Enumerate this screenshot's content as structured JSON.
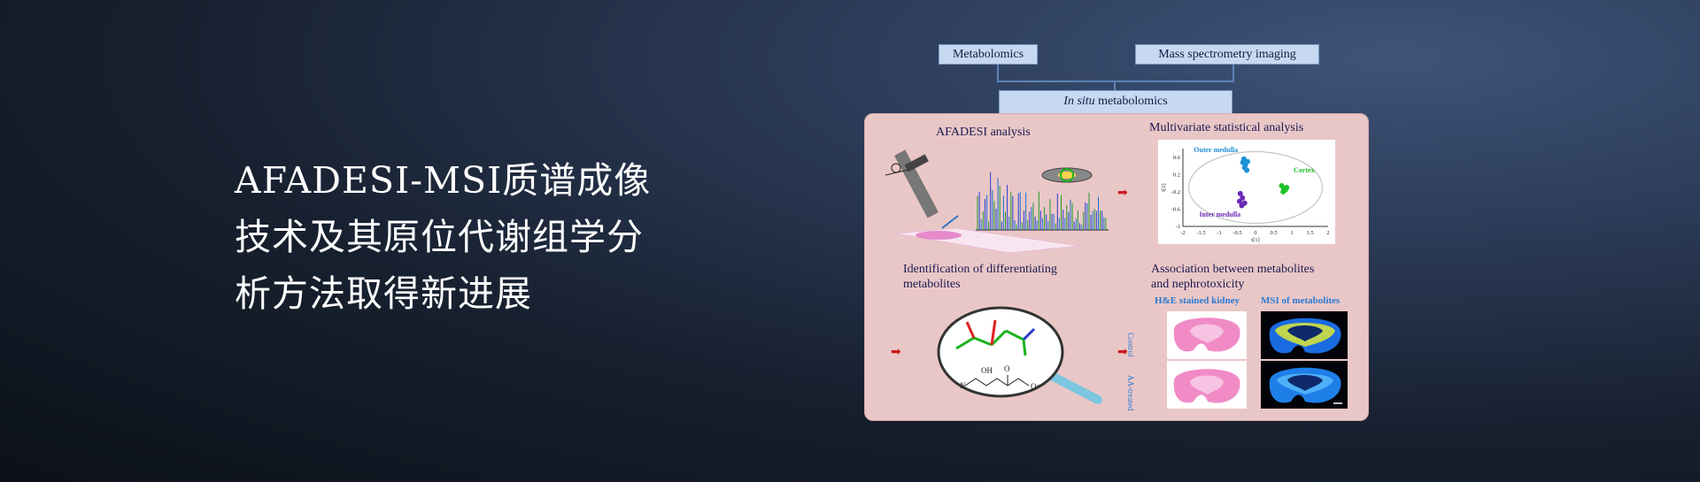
{
  "headline": {
    "line1": "AFADESI-MSI质谱成像",
    "line2": "技术及其原位代谢组学分",
    "line3": "析方法取得新进展"
  },
  "diagram": {
    "top_left_box": "Metabolomics",
    "top_right_box": "Mass spectrometry imaging",
    "center_box_italic": "In situ",
    "center_box_rest": " metabolomics",
    "afadesi_label": "AFADESI analysis",
    "multivariate_label": "Multivariate statistical analysis",
    "identification_label_1": "Identification of differentiating",
    "identification_label_2": "metabolites",
    "association_label_1": "Association between metabolites",
    "association_label_2": "and nephrotoxicity",
    "he_label": "H&E stained kidney",
    "msi_label": "MSI of metabolites",
    "side_label_top": "Control",
    "side_label_bottom": "AA-treated",
    "molecule_oh": "OH",
    "molecule_o": "O",
    "molecule_n": "N",
    "molecule_ominus": "O⁻"
  },
  "chart_data": {
    "type": "scatter",
    "xlabel": "t[1]",
    "ylabel": "t[2]",
    "xlim": [
      -2,
      2
    ],
    "ylim": [
      -1,
      0.8
    ],
    "xticks": [
      "-2",
      "-1.5",
      "-1",
      "-0.5",
      "0",
      "0.5",
      "1",
      "1.5",
      "2"
    ],
    "yticks": [
      "0.6",
      "0.2",
      "-0.2",
      "-0.6",
      "-1"
    ],
    "series": [
      {
        "name": "Outer medulla",
        "color": "#1e90d6",
        "points": [
          [
            -0.35,
            0.48
          ],
          [
            -0.28,
            0.42
          ],
          [
            -0.22,
            0.5
          ],
          [
            -0.3,
            0.36
          ],
          [
            -0.24,
            0.3
          ],
          [
            -0.32,
            0.56
          ]
        ]
      },
      {
        "name": "Cortex",
        "color": "#1fc12b",
        "points": [
          [
            0.72,
            -0.06
          ],
          [
            0.78,
            -0.12
          ],
          [
            0.82,
            -0.16
          ],
          [
            0.76,
            -0.2
          ],
          [
            0.86,
            -0.1
          ]
        ]
      },
      {
        "name": "Inter medulla",
        "color": "#6a2bb5",
        "points": [
          [
            -0.42,
            -0.24
          ],
          [
            -0.36,
            -0.34
          ],
          [
            -0.44,
            -0.42
          ],
          [
            -0.3,
            -0.46
          ],
          [
            -0.38,
            -0.52
          ]
        ]
      }
    ]
  },
  "colors": {
    "panel": "#eac7c7",
    "box": "#c6d9f1",
    "bracket": "#5b83b8",
    "arrow": "#cc1a1a"
  }
}
